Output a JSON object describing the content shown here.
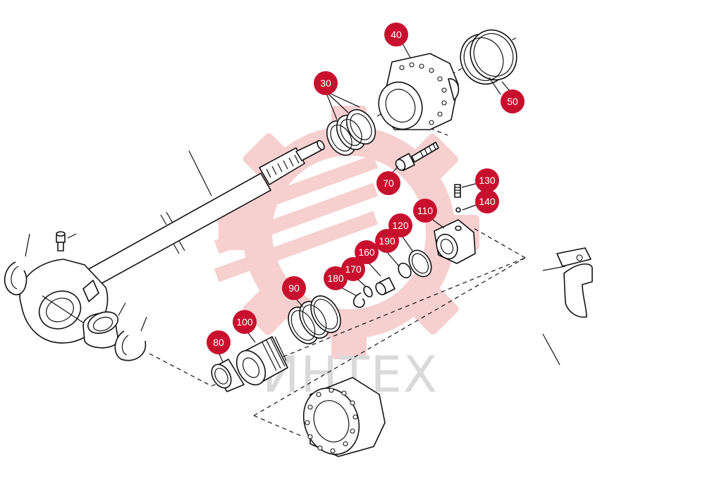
{
  "watermark": {
    "text": "ИНТЕХ",
    "color": "#f6c7c7"
  },
  "callout_color": "#c8102e",
  "callouts": [
    {
      "id": "c40",
      "label": "40"
    },
    {
      "id": "c50",
      "label": "50"
    },
    {
      "id": "c30",
      "label": "30"
    },
    {
      "id": "c70",
      "label": "70"
    },
    {
      "id": "c130",
      "label": "130"
    },
    {
      "id": "c140",
      "label": "140"
    },
    {
      "id": "c110",
      "label": "110"
    },
    {
      "id": "c120",
      "label": "120"
    },
    {
      "id": "c190",
      "label": "190"
    },
    {
      "id": "c160",
      "label": "160"
    },
    {
      "id": "c170",
      "label": "170"
    },
    {
      "id": "c180",
      "label": "180"
    },
    {
      "id": "c90",
      "label": "90"
    },
    {
      "id": "c100",
      "label": "100"
    },
    {
      "id": "c80",
      "label": "80"
    }
  ]
}
